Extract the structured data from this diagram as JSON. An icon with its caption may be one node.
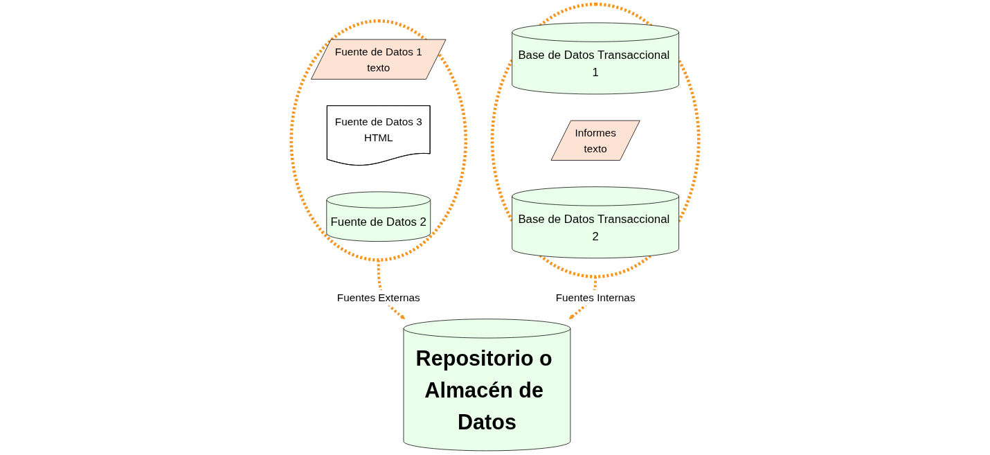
{
  "diagram": {
    "nodes": [
      {
        "text": [],
        "shape": "ellipse"
      },
      {
        "text": [
          "Fuente de Datos 1",
          "texto"
        ],
        "in": 0
      },
      {
        "text": [
          "Fuente de Datos 3",
          "HTML"
        ],
        "in": 0
      },
      {
        "text": [
          "Fuente de Datos 2"
        ],
        "in": 0
      },
      {
        "text": [],
        "shape": "ellipse"
      },
      {
        "text": [
          "Base de Datos Transaccional 1"
        ],
        "in": 4
      },
      {
        "text": [
          "Informes",
          "texto"
        ],
        "in": 4
      },
      {
        "text": [
          "Base de Datos Transaccional 2"
        ],
        "in": 4
      },
      {
        "text": [
          "Repositorio o Almacén de Datos"
        ]
      }
    ],
    "edges": [
      {
        "from": 0,
        "to": 8,
        "arrow": "to",
        "label": "Fuentes Externas",
        "style": "dashed"
      },
      {
        "from": 4,
        "to": 8,
        "arrow": "to",
        "label": "Fuentes Internas",
        "style": "dashed"
      }
    ]
  }
}
